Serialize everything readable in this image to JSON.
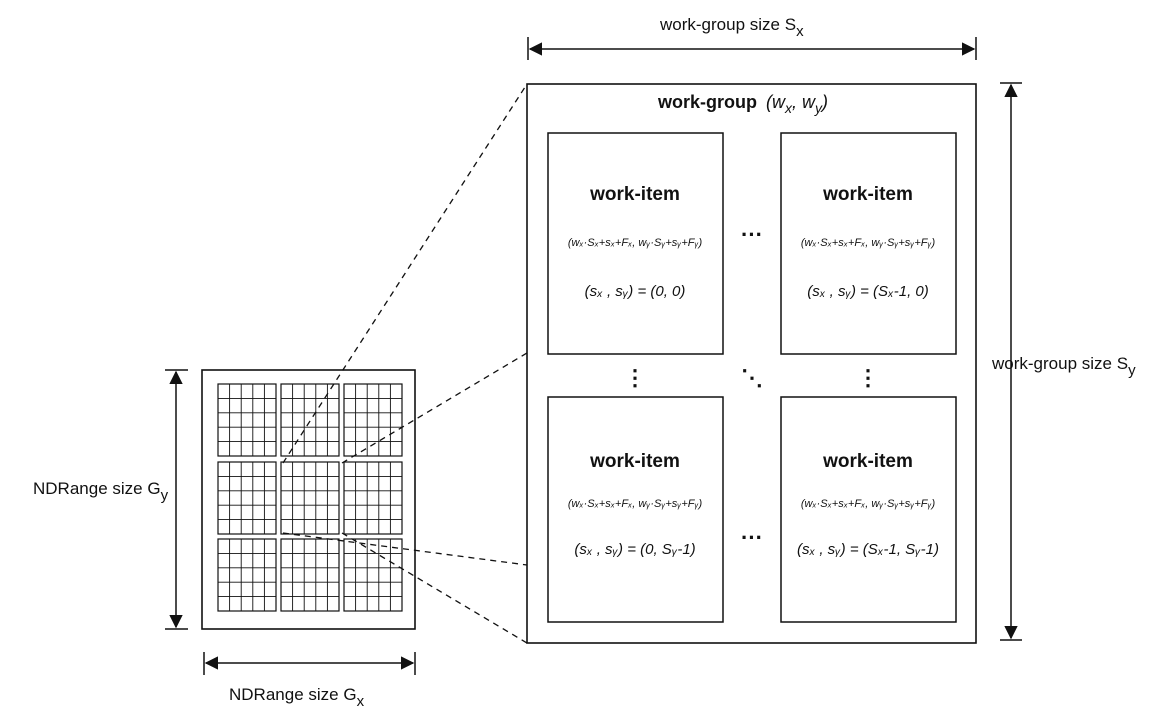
{
  "labels": {
    "wg_size_x": "work-group size S",
    "wg_size_x_sub": "x",
    "wg_size_y": "work-group size S",
    "wg_size_y_sub": "y",
    "nd_size_y": "NDRange size G",
    "nd_size_y_sub": "y",
    "nd_size_x": "NDRange size G",
    "nd_size_x_sub": "x"
  },
  "work_group": {
    "title": "work-group",
    "coords": "(w",
    "coords_sub_x": "x",
    "coords_sep": ", w",
    "coords_sub_y": "y",
    "coords_close": ")"
  },
  "work_item": {
    "title": "work-item",
    "formula": "(wₓ·Sₓ+sₓ+Fₓ, wᵧ·Sᵧ+sᵧ+Fᵧ)"
  },
  "work_items": [
    {
      "local_id": "(sₓ , sᵧ) = (0, 0)"
    },
    {
      "local_id": "(sₓ , sᵧ) = (Sₓ-1, 0)"
    },
    {
      "local_id": "(sₓ , sᵧ) = (0, Sᵧ-1)"
    },
    {
      "local_id": "(sₓ , sᵧ) = (Sₓ-1, Sᵧ-1)"
    }
  ],
  "ellipsis": {
    "horizontal": "···",
    "vertical": "⋮",
    "diagonal": "⋱"
  }
}
